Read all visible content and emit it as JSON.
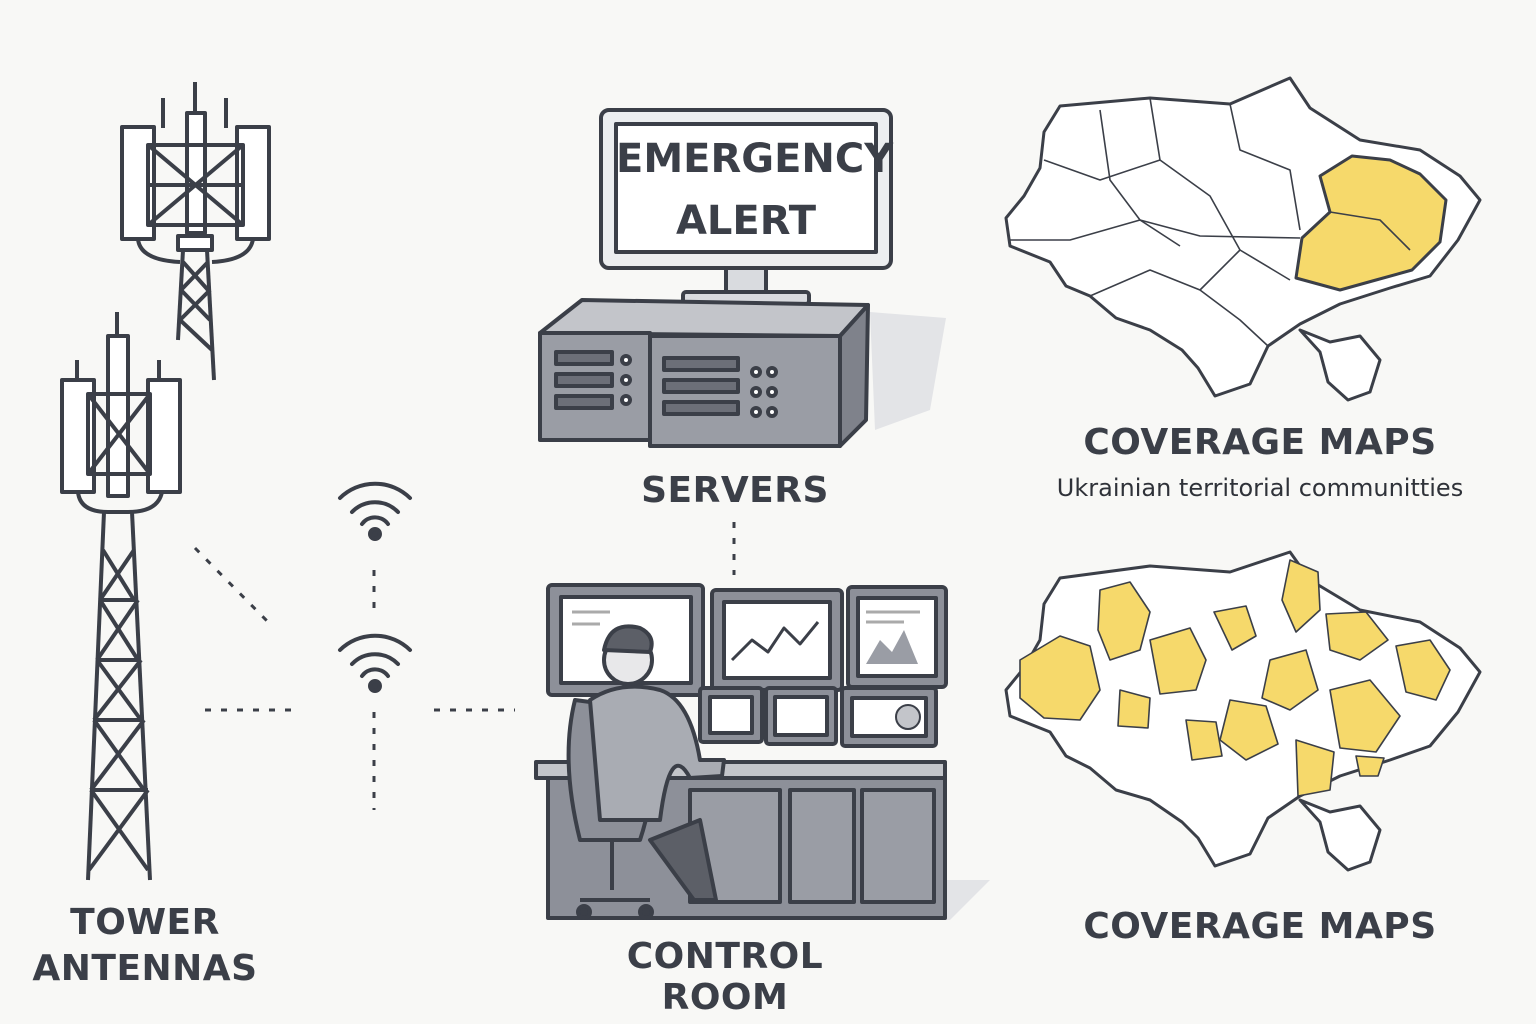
{
  "labels": {
    "tower_line1": "TOWER",
    "tower_line2": "ANTENNAS",
    "servers": "SERVERS",
    "control_room": "CONTROL ROOM",
    "coverage_top": "COVERAGE MAPS",
    "coverage_top_sub": "Ukrainian territorial communitties",
    "coverage_bottom": "COVERAGE MAPS"
  },
  "monitor": {
    "line1": "EMERGENCY",
    "line2": "ALERT"
  },
  "colors": {
    "ink": "#3b3f48",
    "highlight": "#f6d96b",
    "background": "#f8f8f6",
    "equipment": "#8d9099"
  },
  "icons": [
    "cell-tower-icon",
    "wifi-signal-icon",
    "server-icon",
    "monitor-icon",
    "operator-icon",
    "ukraine-map-icon"
  ]
}
